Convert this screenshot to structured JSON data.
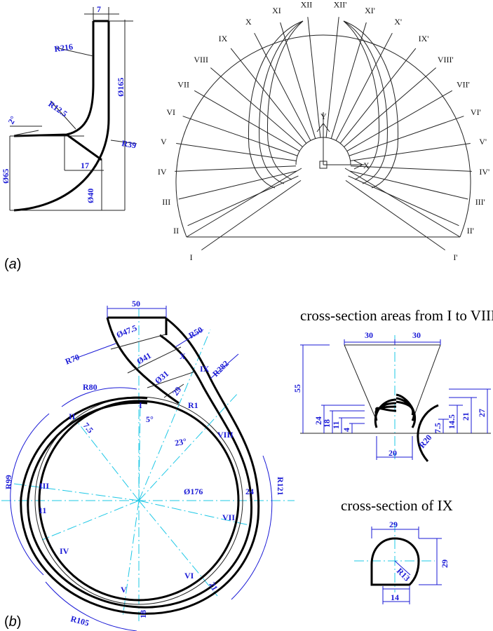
{
  "panel_a": {
    "label": "a",
    "meridional": {
      "dims": {
        "d7": "7",
        "r216": "R216",
        "d165": "Ø165",
        "r125": "R12.5",
        "deg2": "2°",
        "d65": "Ø65",
        "d17": "17",
        "r39": "R39",
        "d40": "Ø40"
      }
    },
    "blade_sections": {
      "left": [
        "I",
        "II",
        "III",
        "IV",
        "V",
        "VI",
        "VII",
        "VIII",
        "IX",
        "X",
        "XI",
        "XII"
      ],
      "right": [
        "I'",
        "II'",
        "III'",
        "IV'",
        "V'",
        "VI'",
        "VII'",
        "VIII'",
        "IX'",
        "X'",
        "XI'",
        "XII'"
      ],
      "axis_y": "Y",
      "axis_x": "X"
    }
  },
  "panel_b": {
    "label": "b",
    "volute": {
      "dims": {
        "d50": "50",
        "d475": "Ø47.5",
        "r70": "R70",
        "r50": "R50",
        "d41": "Ø41",
        "x_label": "X",
        "ix_label": "IX",
        "r282": "R282",
        "r80": "R80",
        "d31": "Ø31",
        "d29": "29",
        "r1": "R1",
        "i_label": "I",
        "deg5": "5°",
        "ii_label": "II",
        "d75": "7.5",
        "viii_label": "VIII",
        "deg23": "23°",
        "r99": "R99",
        "iii_label": "III",
        "d176": "Ø176",
        "d24": "24",
        "r121": "R121",
        "d11": "11",
        "vii_label": "VII",
        "iv_label": "IV",
        "v_label": "V",
        "vi_label": "VI",
        "d21": "21",
        "d18": "18",
        "r105": "R105"
      }
    },
    "cross_section_areas": {
      "title": "cross-section areas from I to VIII",
      "dims": {
        "w30a": "30",
        "w30b": "30",
        "h55": "55",
        "h24": "24",
        "h18": "18",
        "h11": "11",
        "h4": "4",
        "w20": "20",
        "h27": "27",
        "h21": "21",
        "h145": "14.5",
        "h75": "7.5",
        "r20": "R20"
      }
    },
    "cross_section_ix": {
      "title": "cross-section of IX",
      "dims": {
        "w29": "29",
        "h29": "29",
        "r13": "R13",
        "w14": "14"
      }
    }
  },
  "colors": {
    "dimension": "#1a1ad6",
    "centerline": "#1ec8e6",
    "outline": "#000000"
  }
}
